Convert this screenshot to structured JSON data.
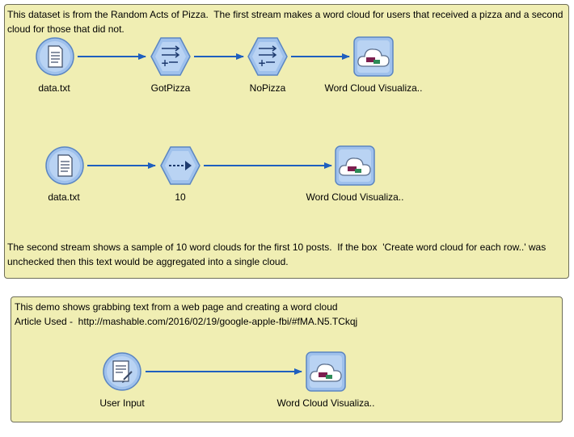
{
  "comments": [
    {
      "text": "This dataset is from the Random Acts of Pizza.  The first stream makes a word cloud for users that received a pizza and a second cloud for those that did not."
    },
    {
      "text": "The second stream shows a sample of 10 word clouds for the first 10 posts.  If the box  'Create word cloud for each row..' was unchecked then this text would be aggregated into a single cloud."
    },
    {
      "text": "This demo shows grabbing text from a web page and creating a word cloud\nArticle Used -  http://mashable.com/2016/02/19/google-apple-fbi/#fMA.N5.TCkqj"
    }
  ],
  "streams": [
    {
      "nodes": [
        {
          "label": "data.txt",
          "icon": "file-source-icon"
        },
        {
          "label": "GotPizza",
          "icon": "select-icon"
        },
        {
          "label": "NoPizza",
          "icon": "select-icon"
        },
        {
          "label": "Word Cloud Visualiza..",
          "icon": "word-cloud-icon"
        }
      ]
    },
    {
      "nodes": [
        {
          "label": "data.txt",
          "icon": "file-source-icon"
        },
        {
          "label": "10",
          "icon": "sample-icon"
        },
        {
          "label": "Word Cloud Visualiza..",
          "icon": "word-cloud-icon"
        }
      ]
    },
    {
      "nodes": [
        {
          "label": "User Input",
          "icon": "user-input-icon"
        },
        {
          "label": "Word Cloud Visualiza..",
          "icon": "word-cloud-icon"
        }
      ]
    }
  ],
  "colors": {
    "comment_bg": "#f0eeb3",
    "link": "#1f5fbf",
    "node_fill": "#9fc1ec"
  }
}
